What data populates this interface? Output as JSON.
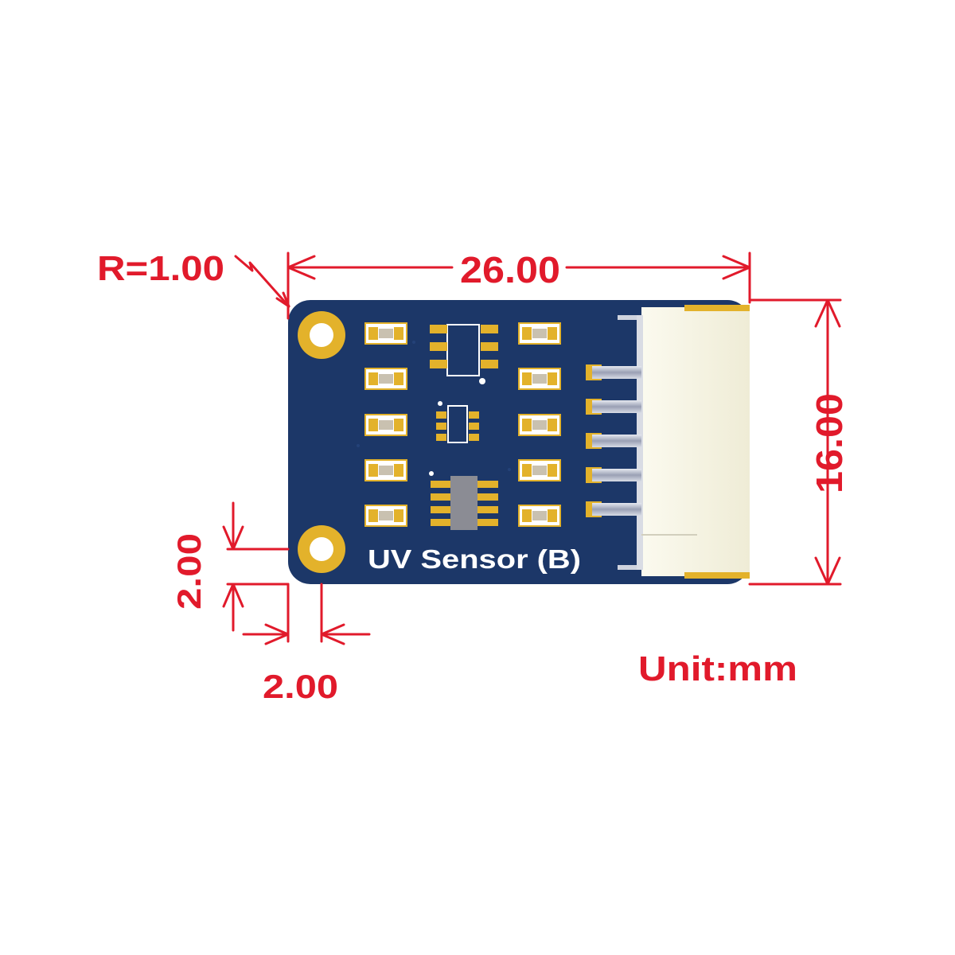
{
  "board": {
    "label": "UV Sensor (B)",
    "pcb_color": "#1c3768",
    "pad_color": "#e3b22b",
    "connector_color": "#f4f2e2"
  },
  "dimensions": {
    "color": "#e11a2b",
    "radius_label": "R=1.00",
    "width_label": "26.00",
    "height_label": "16.00",
    "hole_offset_vertical_label": "2.00",
    "hole_offset_horizontal_label": "2.00",
    "unit_label": "Unit:mm"
  }
}
